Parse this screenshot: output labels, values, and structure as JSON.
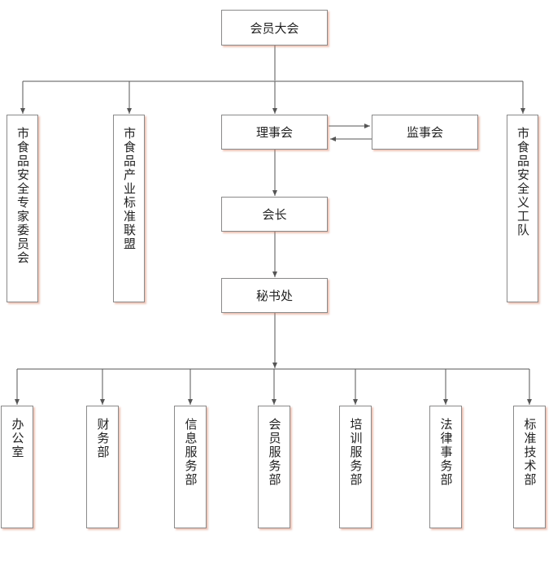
{
  "nodes": {
    "general_assembly": "会员大会",
    "council": "理事会",
    "supervisory_board": "监事会",
    "president": "会长",
    "secretariat": "秘书处",
    "expert_committee": "市食品安全专家委员会",
    "industry_alliance": "市食品产业标准联盟",
    "volunteer_team": "市食品安全义工队",
    "dept_office": "办公室",
    "dept_finance": "财务部",
    "dept_info": "信息服务部",
    "dept_member": "会员服务部",
    "dept_training": "培训服务部",
    "dept_legal": "法律事务部",
    "dept_standards": "标准技术部"
  },
  "colors": {
    "line": "#555555",
    "border": "#8a8a8a",
    "shadow": "#d6785a"
  }
}
